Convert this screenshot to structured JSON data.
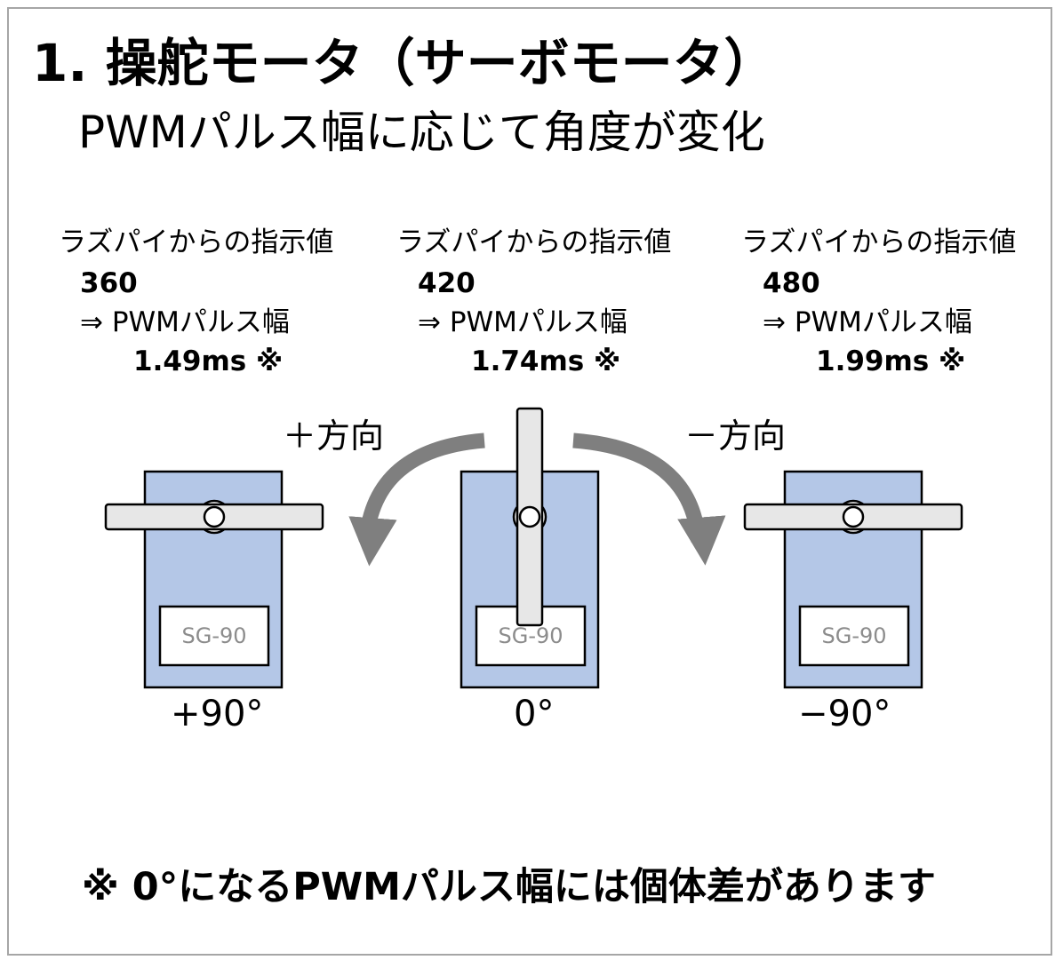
{
  "title": "1. 操舵モータ（サーボモータ）",
  "subtitle": "PWMパルス幅に応じて角度が変化",
  "servos": [
    {
      "instruction_label": "ラズパイからの指示値",
      "instruction_value": "360",
      "arrow_label": "⇒  PWMパルス幅",
      "pulse_width": "1.49ms  ※",
      "model": "SG-90",
      "angle": "+90°",
      "horn_rotation_deg": 90
    },
    {
      "instruction_label": "ラズパイからの指示値",
      "instruction_value": "420",
      "arrow_label": "⇒  PWMパルス幅",
      "pulse_width": "1.74ms  ※",
      "model": "SG-90",
      "angle": "0°",
      "horn_rotation_deg": 0
    },
    {
      "instruction_label": "ラズパイからの指示値",
      "instruction_value": "480",
      "arrow_label": "⇒  PWMパルス幅",
      "pulse_width": "1.99ms  ※",
      "model": "SG-90",
      "angle": "−90°",
      "horn_rotation_deg": -90
    }
  ],
  "directions": {
    "plus": "＋方向",
    "minus": "－方向"
  },
  "footnote": "※  0°になるPWMパルス幅には個体差があります",
  "colors": {
    "servo_body": "#b4c7e7",
    "horn": "#e7e7e7",
    "arrow": "#7f7f7f",
    "outline": "#000000"
  }
}
